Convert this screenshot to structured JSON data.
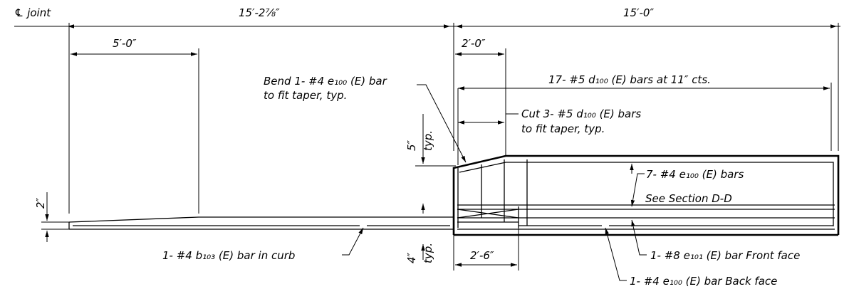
{
  "dimensions": {
    "left_span": "15′-2⅞″",
    "right_span": "15′-0″",
    "taper_length": "5′-0″",
    "two_ft": "2′-0″",
    "two_ft_six": "2′-6″",
    "five_in": "5″",
    "four_in": "4″",
    "two_in": "2″",
    "typ": "typ."
  },
  "labels": {
    "cl_joint": "℄ joint",
    "d100_bars": "17- #5 d₁₀₀ (E) bars at 11″ cts.",
    "bend_line1": "Bend 1- #4 e₁₀₀ (E) bar",
    "bend_line2": "to fit taper, typ.",
    "cut_line1": "Cut 3- #5 d₁₀₀ (E) bars",
    "cut_line2": "to fit taper, typ.",
    "e100_line1": "7- #4 e₁₀₀ (E) bars",
    "e100_line2": "See Section D-D",
    "b103": "1- #4 b₁₀₃ (E) bar in curb",
    "e101_front": "1- #8 e₁₀₁ (E) bar Front face",
    "e100_back": "1- #4 e₁₀₀ (E) bar Back face"
  }
}
